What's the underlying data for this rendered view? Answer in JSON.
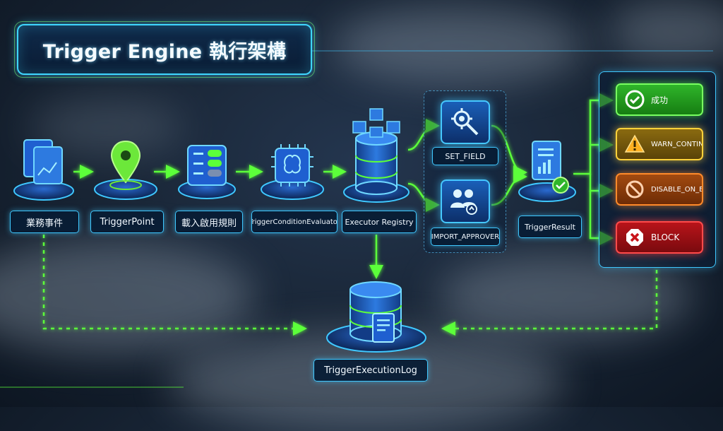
{
  "title": "Trigger Engine 執行架構",
  "nodes": {
    "business_event": "業務事件",
    "trigger_point": "TriggerPoint",
    "load_rules": "載入啟用規則",
    "evaluator": "TriggerConditionEvaluator",
    "executor_registry": "Executor Registry",
    "set_field": "SET_FIELD",
    "import_approver": "IMPORT_APPROVER",
    "trigger_result": "TriggerResult",
    "execution_log": "TriggerExecutionLog"
  },
  "results": {
    "success": "成功",
    "warn_continue": "WARN_CONTINUE",
    "disable_on_error": "DISABLE_ON_ERROR",
    "block": "BLOCK"
  },
  "icons": {
    "business_event": "document-chart-icon",
    "trigger_point": "map-pin-icon",
    "load_rules": "toggle-list-icon",
    "evaluator": "brain-chip-icon",
    "executor_registry": "database-cubes-icon",
    "set_field": "gear-wrench-icon",
    "import_approver": "users-upload-icon",
    "trigger_result": "report-check-icon",
    "execution_log": "database-document-icon"
  },
  "colors": {
    "accent": "#3fc8ff",
    "flow": "#5cff3a",
    "success": "#2fb52a",
    "warn": "#ffd23a",
    "error": "#ff8a2a",
    "block": "#ff4a4a"
  }
}
